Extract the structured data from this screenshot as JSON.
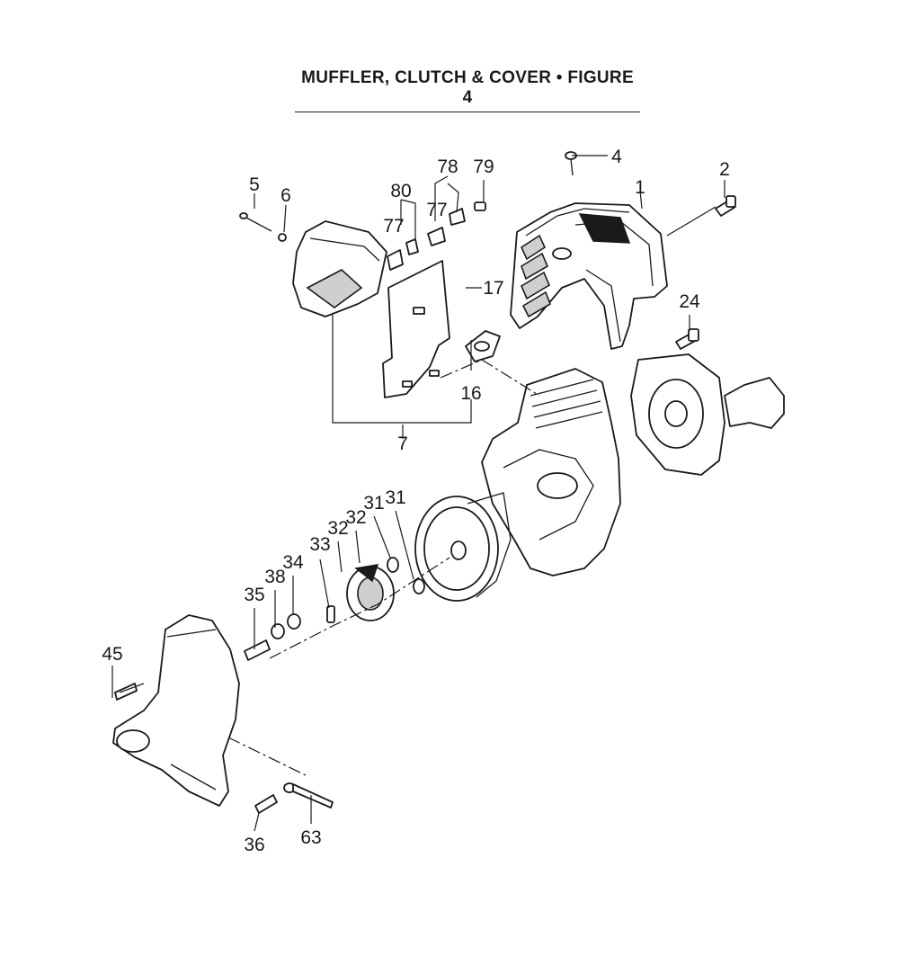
{
  "title": "MUFFLER, CLUTCH & COVER • FIGURE 4",
  "callouts": {
    "c1": "1",
    "c2": "2",
    "c4": "4",
    "c5": "5",
    "c6": "6",
    "c7": "7",
    "c16": "16",
    "c17": "17",
    "c24": "24",
    "c31a": "31",
    "c31b": "31",
    "c32a": "32",
    "c32b": "32",
    "c33": "33",
    "c34": "34",
    "c35": "35",
    "c36": "36",
    "c38": "38",
    "c45": "45",
    "c63": "63",
    "c77a": "77",
    "c77b": "77",
    "c78": "78",
    "c79": "79",
    "c80": "80"
  }
}
